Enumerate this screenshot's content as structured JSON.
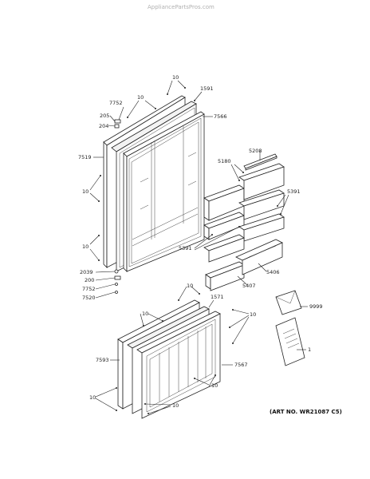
{
  "watermark": "AppliancePartsPros.com",
  "art_number": "(ART NO. WR21087 C5)",
  "callouts": {
    "c10a": "10",
    "c1591": "1591",
    "c7752": "7752",
    "c10b": "10",
    "c205": "205",
    "c204": "204",
    "c7566": "7566",
    "c7519": "7519",
    "c10c": "10",
    "c5208": "5208",
    "c5180": "5180",
    "c5391a": "5391",
    "c10d": "10",
    "c5391b": "5391",
    "c2039": "2039",
    "c200": "200",
    "c7752b": "7752",
    "c7520": "7520",
    "c5406": "5406",
    "c5407": "5407",
    "c10e": "10",
    "c1571": "1571",
    "c9999": "9999",
    "c10f": "10",
    "c10g": "10",
    "c1": "1",
    "c7593": "7593",
    "c7567": "7567",
    "c10h": "10",
    "c10i": "10",
    "c10j": "10"
  }
}
